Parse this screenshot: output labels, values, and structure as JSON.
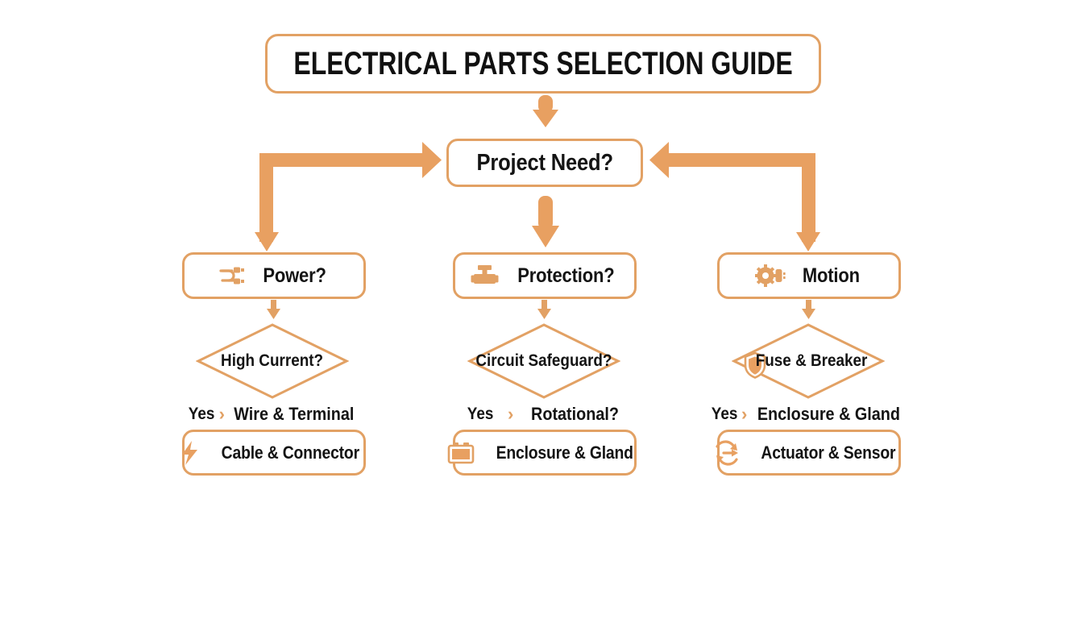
{
  "diagram": {
    "title": "ELECTRICAL PARTS SELECTION GUIDE",
    "hub": {
      "label": "Project Need?"
    },
    "colors": {
      "accent": "#E2A164",
      "arrow": "#E8A061",
      "text": "#141414",
      "background": "#FFFFFF"
    },
    "columns": [
      {
        "category": {
          "label": "Power?",
          "icon": "cable-plug-icon"
        },
        "decision": {
          "label": "High Current?",
          "icon": null
        },
        "branch": {
          "condition": "Yes",
          "connector": "chevron-right-icon",
          "target": "Wire & Terminal"
        },
        "result": {
          "label": "Cable & Connector",
          "icon": "lightning-bolt-icon"
        }
      },
      {
        "category": {
          "label": "Protection?",
          "icon": "valve-fitting-icon"
        },
        "decision": {
          "label": "Circuit Safeguard?",
          "icon": null
        },
        "branch": {
          "condition": "Yes",
          "connector": "chevron-right-icon",
          "target": "Rotational?"
        },
        "result": {
          "label": "Enclosure & Gland",
          "icon": "enclosure-box-icon"
        }
      },
      {
        "category": {
          "label": "Motion",
          "icon": "gear-motor-icon"
        },
        "decision": {
          "label": "Fuse & Breaker",
          "icon": "shield-icon"
        },
        "branch": {
          "condition": "Yes",
          "connector": "chevron-right-icon",
          "target": "Enclosure & Gland"
        },
        "result": {
          "label": "Actuator & Sensor",
          "icon": "rotation-arrows-icon"
        }
      }
    ],
    "connectors": [
      {
        "name": "title-to-hub",
        "icon": "arrow-down-icon"
      },
      {
        "name": "left-elbow-to-hub",
        "icon": "elbow-arrow-icon"
      },
      {
        "name": "right-elbow-to-hub",
        "icon": "elbow-arrow-icon"
      },
      {
        "name": "hub-to-protection",
        "icon": "arrow-down-icon"
      },
      {
        "name": "power-to-high-current",
        "icon": "arrow-down-icon"
      },
      {
        "name": "protection-to-circuit-safeguard",
        "icon": "arrow-down-icon"
      },
      {
        "name": "motion-to-fuse-breaker",
        "icon": "arrow-down-icon"
      }
    ]
  }
}
